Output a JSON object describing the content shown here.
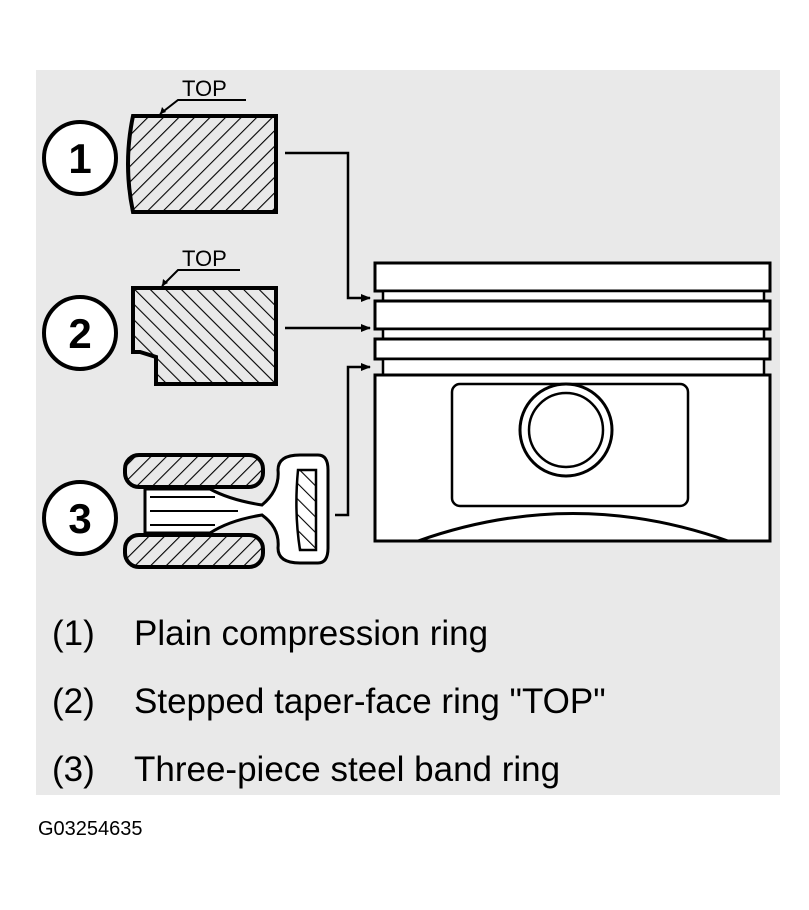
{
  "diagram": {
    "callouts": [
      {
        "number": "1",
        "top_label": "TOP"
      },
      {
        "number": "2",
        "top_label": "TOP"
      },
      {
        "number": "3"
      }
    ]
  },
  "legend": [
    {
      "number": "(1)",
      "text": "Plain compression ring"
    },
    {
      "number": "(2)",
      "text": "Stepped taper-face ring \"TOP\""
    },
    {
      "number": "(3)",
      "text": "Three-piece steel band ring"
    }
  ],
  "figure_code": "G03254635"
}
